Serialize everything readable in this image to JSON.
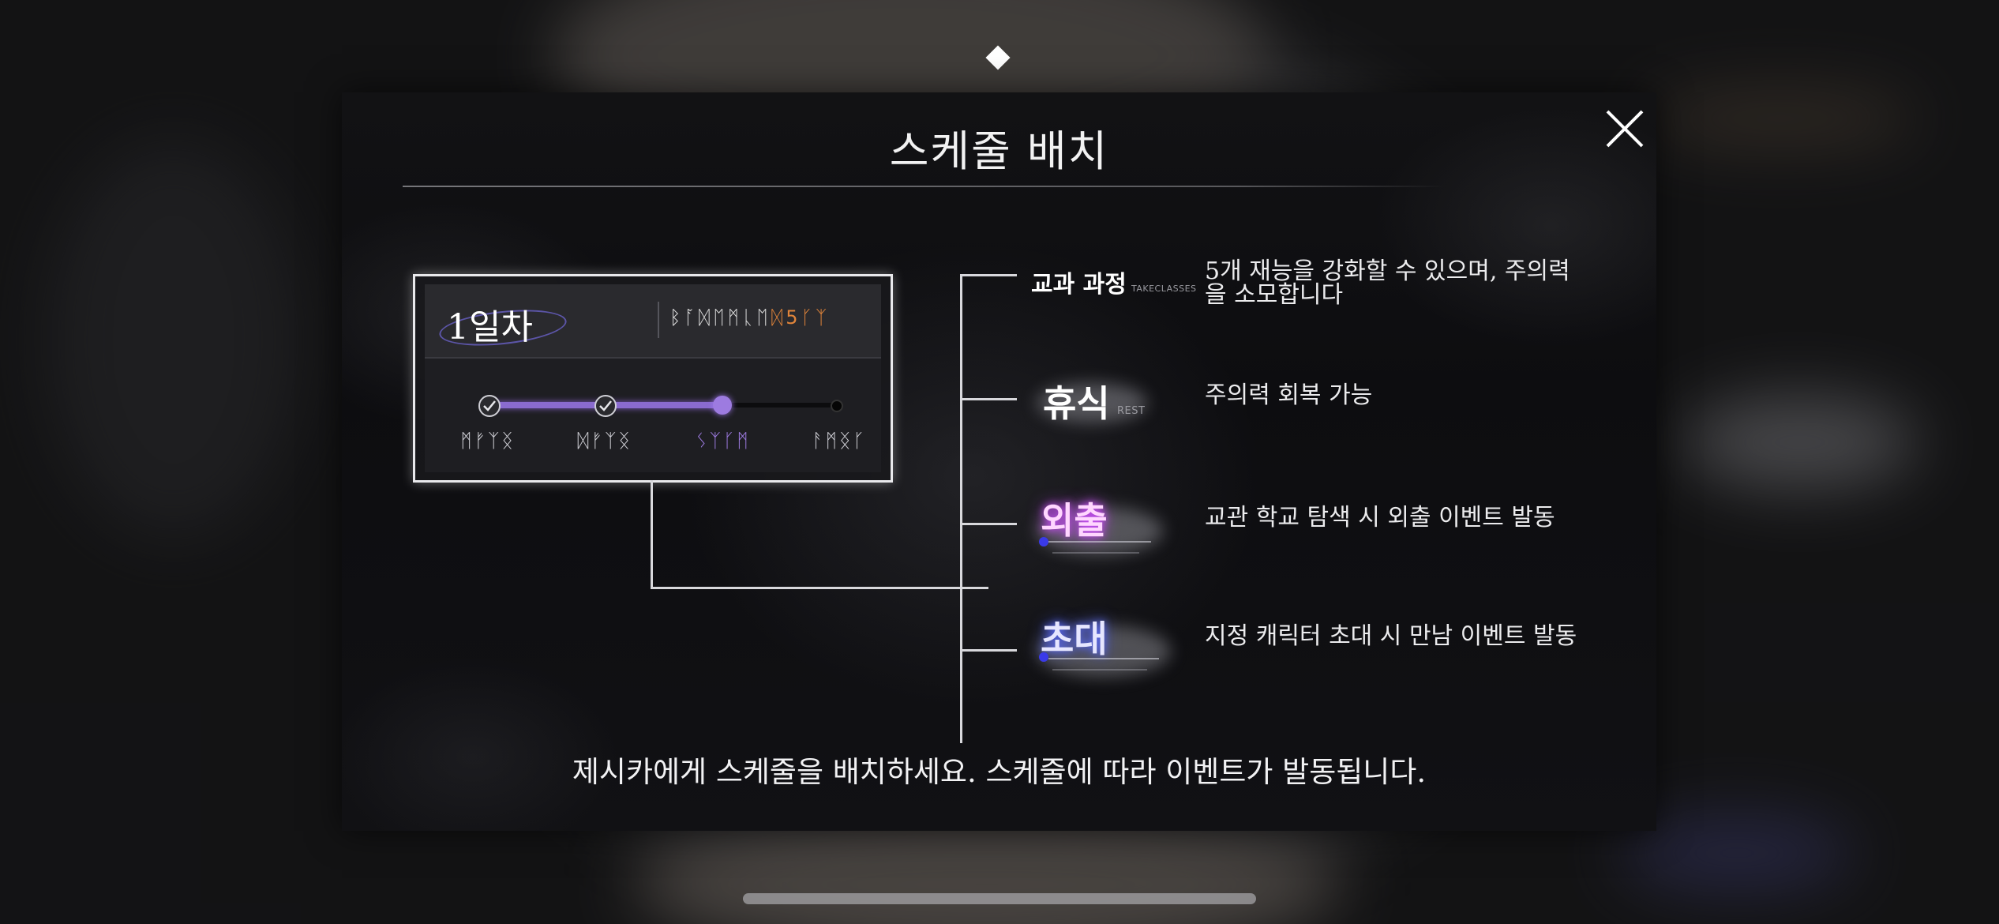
{
  "modal": {
    "title": "스케줄 배치",
    "instruction": "제시카에게 스케줄을 배치하세요. 스케줄에 따라 이벤트가 발동됩니다."
  },
  "schedule_card": {
    "day_label": "1일차",
    "header_runes_white": "ᛒᚪᛞᛖᛗᚳᛖ",
    "header_runes_orange": "ᛞ5ᚴᛉ",
    "phases": [
      {
        "label": "ᛗᚠᛉᛝ",
        "state": "done"
      },
      {
        "label": "ᛞᚠᛉᛝ",
        "state": "done"
      },
      {
        "label": "ᛊᛉᚴᛗ",
        "state": "current"
      },
      {
        "label": "ᚨᛗᛝᚴ",
        "state": "upcoming"
      }
    ],
    "progress_fraction": 0.67
  },
  "options": [
    {
      "name": "교과 과정",
      "sub": "TAKECLASSES",
      "description_line1": "5개 재능을 강화할 수 있으며, 주의력",
      "description_line2": "을 소모합니다"
    },
    {
      "name": "휴식",
      "sub": "REST",
      "description_line1": "주의력 회복 가능"
    },
    {
      "name": "외출",
      "description_line1": "교관 학교 탐색 시 외출 이벤트 발동"
    },
    {
      "name": "초대",
      "description_line1": "지정 캐릭터 초대 시 만남 이벤트 발동"
    }
  ],
  "colors": {
    "accent_purple": "#9d7be0",
    "rune_orange": "#e0843a",
    "pink_glow": "#d050ff",
    "blue_glow": "#6070ff"
  },
  "icons": {
    "close": "close-icon",
    "check": "check-icon",
    "page_indicator": "diamond-icon"
  }
}
